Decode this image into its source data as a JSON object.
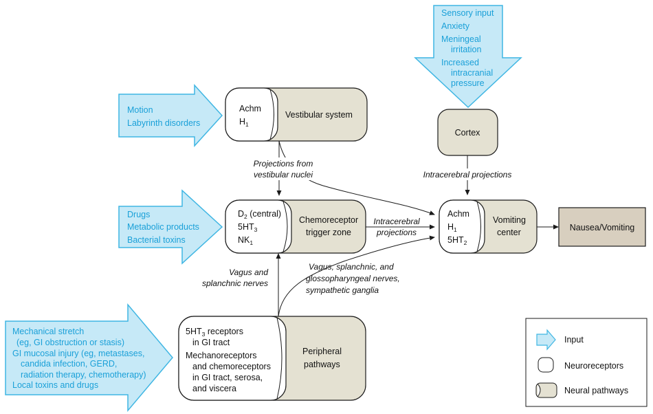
{
  "colors": {
    "input_fill": "#c6e9f7",
    "input_stroke": "#3fb6e3",
    "pathway_fill": "#e4e1d2",
    "outcome_fill": "#d8cfbf",
    "input_text": "#1aa0d8",
    "line": "#1a1a1a"
  },
  "inputs": {
    "vestibular": [
      "Motion",
      "Labyrinth disorders"
    ],
    "ctz": [
      "Drugs",
      "Metabolic products",
      "Bacterial toxins"
    ],
    "peripheral": [
      "Mechanical stretch",
      "(eg, GI obstruction or stasis)",
      "GI mucosal injury (eg, metastases,",
      "candida infection, GERD,",
      "radiation therapy, chemotherapy)",
      "Local toxins and drugs"
    ],
    "cortex": [
      "Sensory input",
      "Anxiety",
      "Meningeal",
      "irritation",
      "Increased",
      "intracranial",
      "pressure"
    ]
  },
  "vestibular": {
    "receptors": [
      "Achm",
      "H1"
    ],
    "pathway": "Vestibular system"
  },
  "ctz": {
    "receptors": [
      "D2 (central)",
      "5HT3",
      "NK1"
    ],
    "pathway": [
      "Chemoreceptor",
      "trigger zone"
    ]
  },
  "peripheral": {
    "receptors": [
      "5HT3 receptors",
      "in GI tract",
      "Mechanoreceptors",
      "and chemoreceptors",
      "in GI tract, serosa,",
      "and viscera"
    ],
    "pathway": [
      "Peripheral",
      "pathways"
    ]
  },
  "cortex": {
    "label": "Cortex"
  },
  "vomiting": {
    "receptors": [
      "Achm",
      "H1",
      "5HT2"
    ],
    "pathway": [
      "Vomiting",
      "center"
    ]
  },
  "outcome": "Nausea/Vomiting",
  "edge_labels": {
    "vestibular_nuclei": [
      "Projections from",
      "vestibular nuclei"
    ],
    "intracerebral_cortex": "Intracerebral projections",
    "intracerebral_ctz": [
      "Intracerebral",
      "projections"
    ],
    "vagus_splanchnic": [
      "Vagus and",
      "splanchnic nerves"
    ],
    "vagus_gloss": [
      "Vagus, splanchnic, and",
      "glossopharyngeal nerves,",
      "sympathetic ganglia"
    ]
  },
  "legend": {
    "input": "Input",
    "neuroreceptors": "Neuroreceptors",
    "neural_pathways": "Neural pathways"
  }
}
